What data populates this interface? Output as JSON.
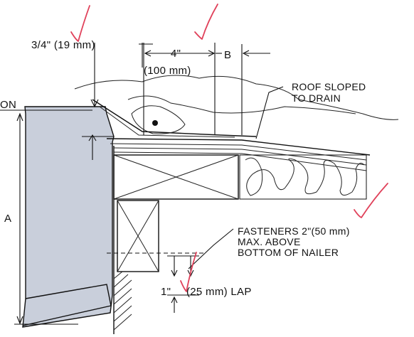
{
  "labels": {
    "edge_thickness": "3/4\" (19 mm)",
    "flange_in": "4\"",
    "flange_mm": "(100 mm)",
    "dim_b": "B",
    "roof_line1": "ROOF SLOPED",
    "roof_line2": "TO DRAIN",
    "elevation_fragment": "ON",
    "dim_a": "A",
    "fasteners_line1": "FASTENERS 2\"(50 mm)",
    "fasteners_line2": "MAX. ABOVE",
    "fasteners_line3": "BOTTOM OF NAILER",
    "lap_in": "1\"",
    "lap_mm": "(25 mm) LAP"
  },
  "colors": {
    "drip_edge_fill": "#c9cfdb",
    "check_mark": "#e0415a",
    "line": "#111111"
  }
}
